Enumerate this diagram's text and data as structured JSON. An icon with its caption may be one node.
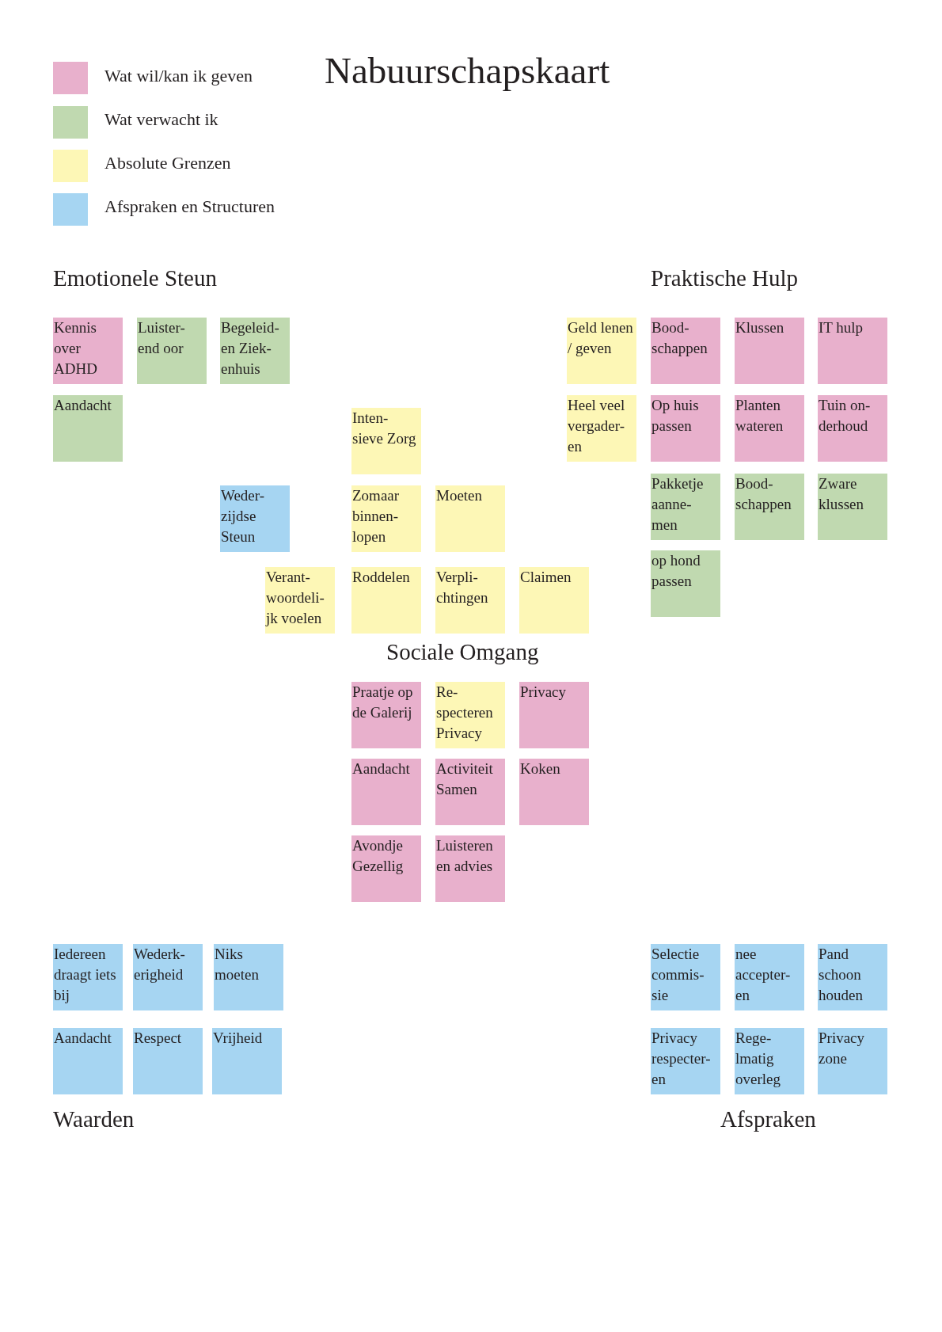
{
  "diagram": {
    "title": "Nabuurschapskaart",
    "nodes": [
      {
        "text": [
          "Kennis over ADHD"
        ]
      },
      {
        "text": [
          "Luister- end oor"
        ]
      },
      {
        "text": [
          "Begeleid- en Ziek- enhuis"
        ]
      },
      {
        "text": [
          "Geld lenen / geven"
        ]
      },
      {
        "text": [
          "Bood- schappen"
        ]
      },
      {
        "text": [
          "Klussen"
        ]
      },
      {
        "text": [
          "IT hulp"
        ]
      },
      {
        "text": [
          "Aandacht"
        ]
      },
      {
        "text": [
          "Heel veel vergader- en"
        ]
      },
      {
        "text": [
          "Op huis passen"
        ]
      },
      {
        "text": [
          "Planten wateren"
        ]
      },
      {
        "text": [
          "Tuin on- derhoud"
        ]
      },
      {
        "text": [
          "Inten- sieve Zorg"
        ]
      },
      {
        "text": [
          "Pakketje aanne- men"
        ]
      },
      {
        "text": [
          "Bood- schappen"
        ]
      },
      {
        "text": [
          "Zware klussen"
        ]
      },
      {
        "text": [
          "Weder- zijdse Steun"
        ]
      },
      {
        "text": [
          "Zomaar binnen- lopen"
        ]
      },
      {
        "text": [
          "Moeten"
        ]
      },
      {
        "text": [
          "op hond passen"
        ]
      },
      {
        "text": [
          "Verant- woordeli- jk voelen"
        ]
      },
      {
        "text": [
          "Roddelen"
        ]
      },
      {
        "text": [
          "Verpli- chtingen"
        ]
      },
      {
        "text": [
          "Claimen"
        ]
      },
      {
        "text": [
          "Praatje op de Galerij"
        ]
      },
      {
        "text": [
          "Re- specteren Privacy"
        ]
      },
      {
        "text": [
          "Privacy"
        ]
      },
      {
        "text": [
          "Aandacht"
        ]
      },
      {
        "text": [
          "Activiteit Samen"
        ]
      },
      {
        "text": [
          "Koken"
        ]
      },
      {
        "text": [
          "Avondje Gezellig"
        ]
      },
      {
        "text": [
          "Luisteren en advies"
        ]
      },
      {
        "text": [
          "Iedereen draagt iets bij"
        ]
      },
      {
        "text": [
          "Wederk- erigheid"
        ]
      },
      {
        "text": [
          "Niks moeten"
        ]
      },
      {
        "text": [
          "Selectie commis- sie"
        ]
      },
      {
        "text": [
          "nee accepter- en"
        ]
      },
      {
        "text": [
          "Pand schoon houden"
        ]
      },
      {
        "text": [
          "Aandacht"
        ]
      },
      {
        "text": [
          "Respect"
        ]
      },
      {
        "text": [
          "Vrijheid"
        ]
      },
      {
        "text": [
          "Privacy respecter- en"
        ]
      },
      {
        "text": [
          "Rege- lmatig overleg"
        ]
      },
      {
        "text": [
          "Privacy zone"
        ]
      }
    ],
    "labels": [
      "Emotionele Steun",
      "Praktische Hulp",
      "Sociale Omgang",
      "Waarden",
      "Afspraken"
    ],
    "legend": [
      {
        "text": "Wat wil/kan ik geven",
        "color": "#e8b0cc"
      },
      {
        "text": "Wat verwacht ik",
        "color": "#c0d9b0"
      },
      {
        "text": "Absolute Grenzen",
        "color": "#fdf7b6"
      },
      {
        "text": "Afspraken en Structuren",
        "color": "#a6d5f2"
      }
    ]
  }
}
